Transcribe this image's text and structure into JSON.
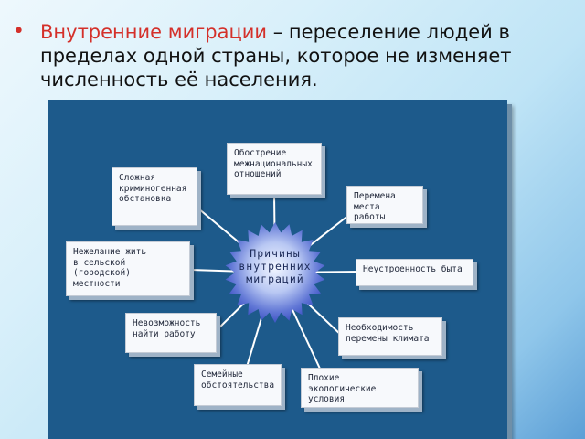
{
  "slide": {
    "bullet_term": "Внутренние миграции",
    "bullet_rest": " – переселение людей в пределах одной страны, которое не изменяет численность её населения."
  },
  "diagram": {
    "center_label": "Причины\nвнутренних\nмиграций",
    "causes": [
      "Обострение\nмежнациональных\nотношений",
      "Перемена\nместа работы",
      "Неустроенность быта",
      "Необходимость\nперемены климата",
      "Плохие экологические\nусловия",
      "Семейные\nобстоятельства",
      "Невозможность\nнайти работу",
      "Нежелание жить\nв сельской (городской)\nместности",
      "Сложная\nкриминогенная\nобстановка"
    ],
    "colors": {
      "panel": "#1d5a8b",
      "box": "#f7f9fc",
      "term": "#d4302a",
      "center_core": "#eaf0ff",
      "center_edge": "#3f54c4"
    }
  }
}
